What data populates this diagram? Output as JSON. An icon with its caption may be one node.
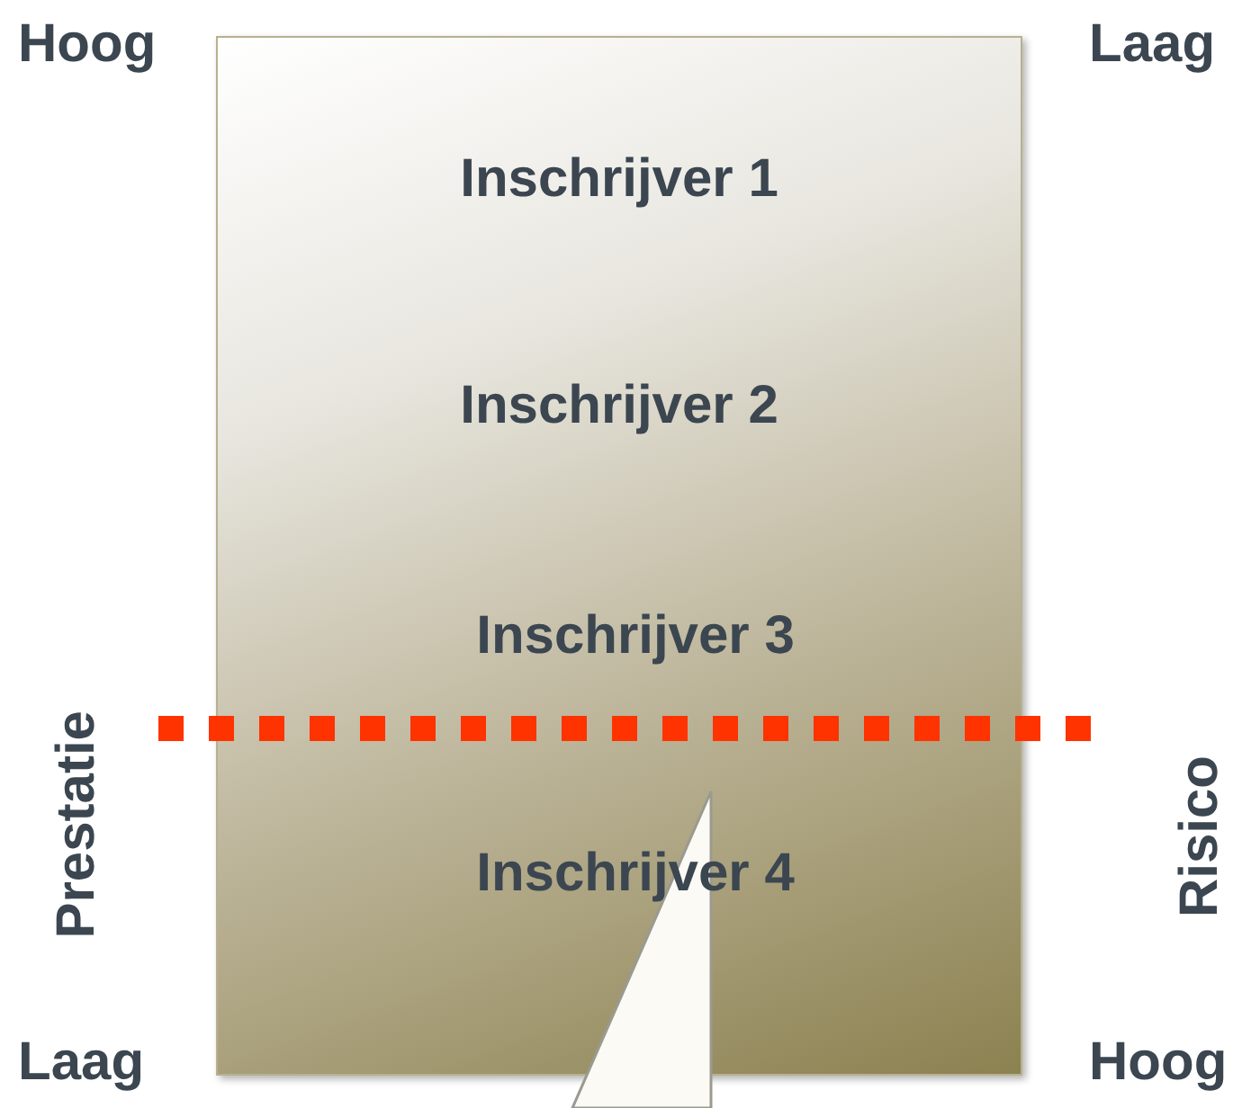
{
  "diagram": {
    "nodes": [
      {
        "text": [
          "Inschrijver 1",
          "Inschrijver 2",
          "Inschrijver 3",
          "Inschrijver 4"
        ]
      },
      {
        "text": [],
        "shape": "triangle"
      }
    ],
    "labels": [
      "Hoog",
      "Laag",
      "Prestatie",
      "Risico",
      "Laag",
      "Hoog"
    ]
  }
}
